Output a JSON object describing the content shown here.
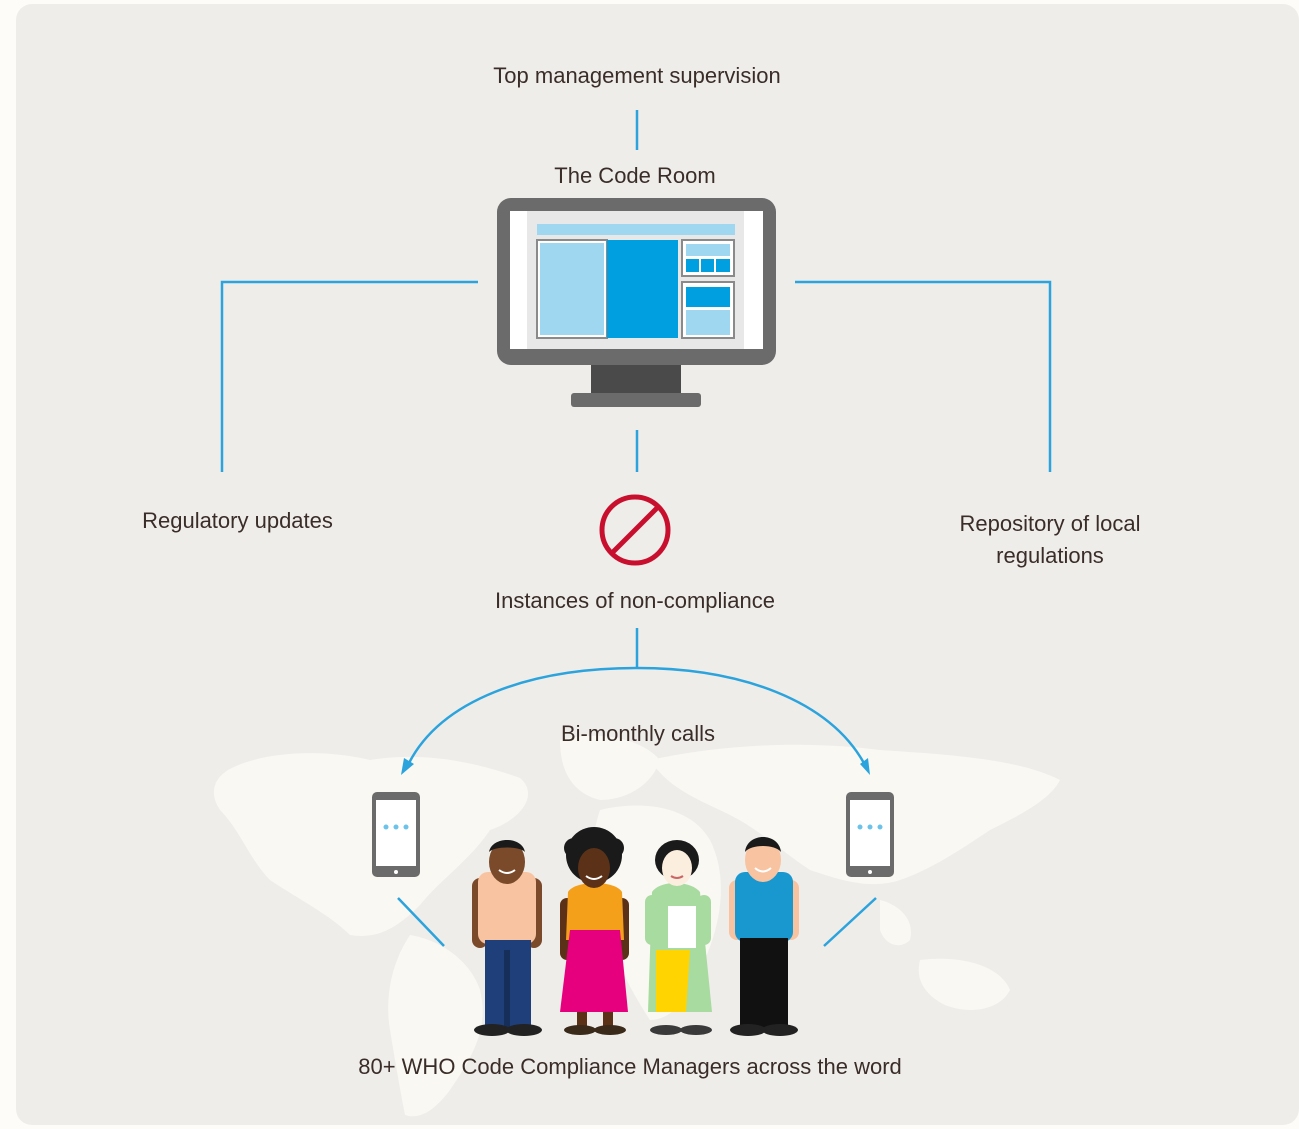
{
  "labels": {
    "top": "Top management supervision",
    "code_room": "The Code Room",
    "regulatory": "Regulatory updates",
    "repository_line1": "Repository of local",
    "repository_line2": "regulations",
    "noncompliance": "Instances of non-compliance",
    "calls": "Bi-monthly calls",
    "managers": "80+ WHO Code Compliance Managers across the word"
  },
  "colors": {
    "background": "#efedea",
    "connector": "#2ba3dc",
    "prohibition": "#c8102e",
    "monitor_frame": "#6b6b6b",
    "screen_dark": "#009fe0",
    "screen_light": "#9fd6f0",
    "map": "#faf8f3"
  },
  "icons": [
    "computer-monitor-icon",
    "prohibition-icon",
    "mobile-phone-icon",
    "world-map",
    "people-illustration"
  ]
}
